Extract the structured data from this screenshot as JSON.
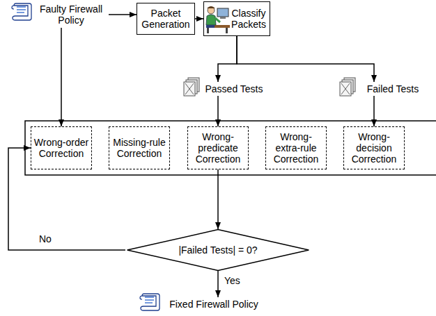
{
  "diagram": {
    "nodes": [
      {
        "text": [
          "Faulty Firewall Policy"
        ]
      },
      {
        "text": [
          "Packet Generation"
        ]
      },
      {
        "text": [
          "Classify Packets"
        ]
      },
      {
        "text": [
          "Passed Tests"
        ]
      },
      {
        "text": [
          "Failed Tests"
        ]
      },
      {
        "text": [
          "Wrong-order Correction"
        ]
      },
      {
        "text": [
          "Missing-rule Correction"
        ]
      },
      {
        "text": [
          "Wrong-predicate Correction"
        ]
      },
      {
        "text": [
          "Wrong-extra-rule Correction"
        ]
      },
      {
        "text": [
          "Wrong-decision Correction"
        ]
      },
      {
        "text": [
          "|Failed Tests| = 0?"
        ]
      },
      {
        "text": [
          "Fixed Firewall Policy"
        ]
      }
    ],
    "edges": [
      {
        "from": 0,
        "to": 1,
        "arrow": "to"
      },
      {
        "from": 1,
        "to": 2,
        "arrow": "to"
      },
      {
        "from": 2,
        "to": 3,
        "arrow": "to"
      },
      {
        "from": 2,
        "to": 4,
        "arrow": "to"
      },
      {
        "from": 0,
        "to": 5,
        "arrow": "to"
      },
      {
        "from": 3,
        "to": 7,
        "arrow": "to"
      },
      {
        "from": 4,
        "to": 9,
        "arrow": "to"
      },
      {
        "from": 7,
        "to": 10,
        "arrow": "to"
      },
      {
        "from": 10,
        "to": 5,
        "label": "No",
        "arrow": "to"
      },
      {
        "from": 10,
        "to": 11,
        "label": "Yes",
        "arrow": "to"
      }
    ]
  }
}
